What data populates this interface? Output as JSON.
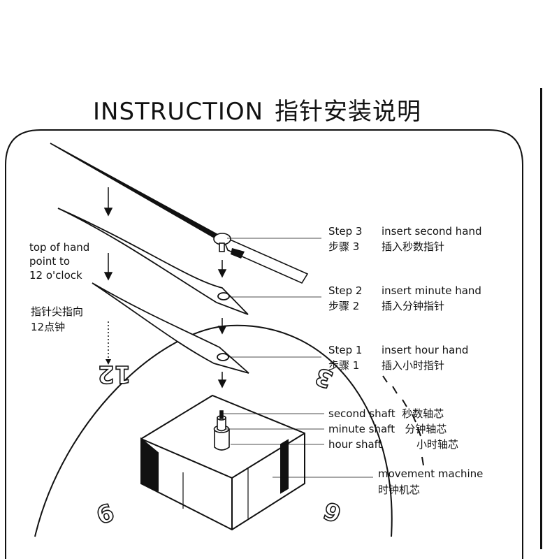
{
  "title": {
    "en": "INSTRUCTION",
    "zh": "指针安装说明"
  },
  "left_note": {
    "en": [
      "top of hand",
      "point to",
      "12 o'clock"
    ],
    "zh": [
      "指针尖指向",
      "12点钟"
    ]
  },
  "steps": [
    {
      "en_step": "Step 3",
      "en_text": "insert second hand",
      "zh_step": "步骤 3",
      "zh_text": "插入秒数指针"
    },
    {
      "en_step": "Step 2",
      "en_text": "insert minute hand",
      "zh_step": "步骤 2",
      "zh_text": "插入分钟指针"
    },
    {
      "en_step": "Step 1",
      "en_text": "insert hour hand",
      "zh_step": "步骤 1",
      "zh_text": "插入小时指针"
    }
  ],
  "shafts": [
    {
      "en": "second shaft",
      "zh": "秒数轴芯"
    },
    {
      "en": "minute shaft",
      "zh": "分钟轴芯"
    },
    {
      "en": "hour shaft",
      "zh": "小时轴芯"
    }
  ],
  "movement": {
    "en": "movement  machine",
    "zh": "时钟机芯"
  },
  "dial_numbers": {
    "twelve": "12",
    "three": "3",
    "six": "6",
    "nine": "9"
  }
}
